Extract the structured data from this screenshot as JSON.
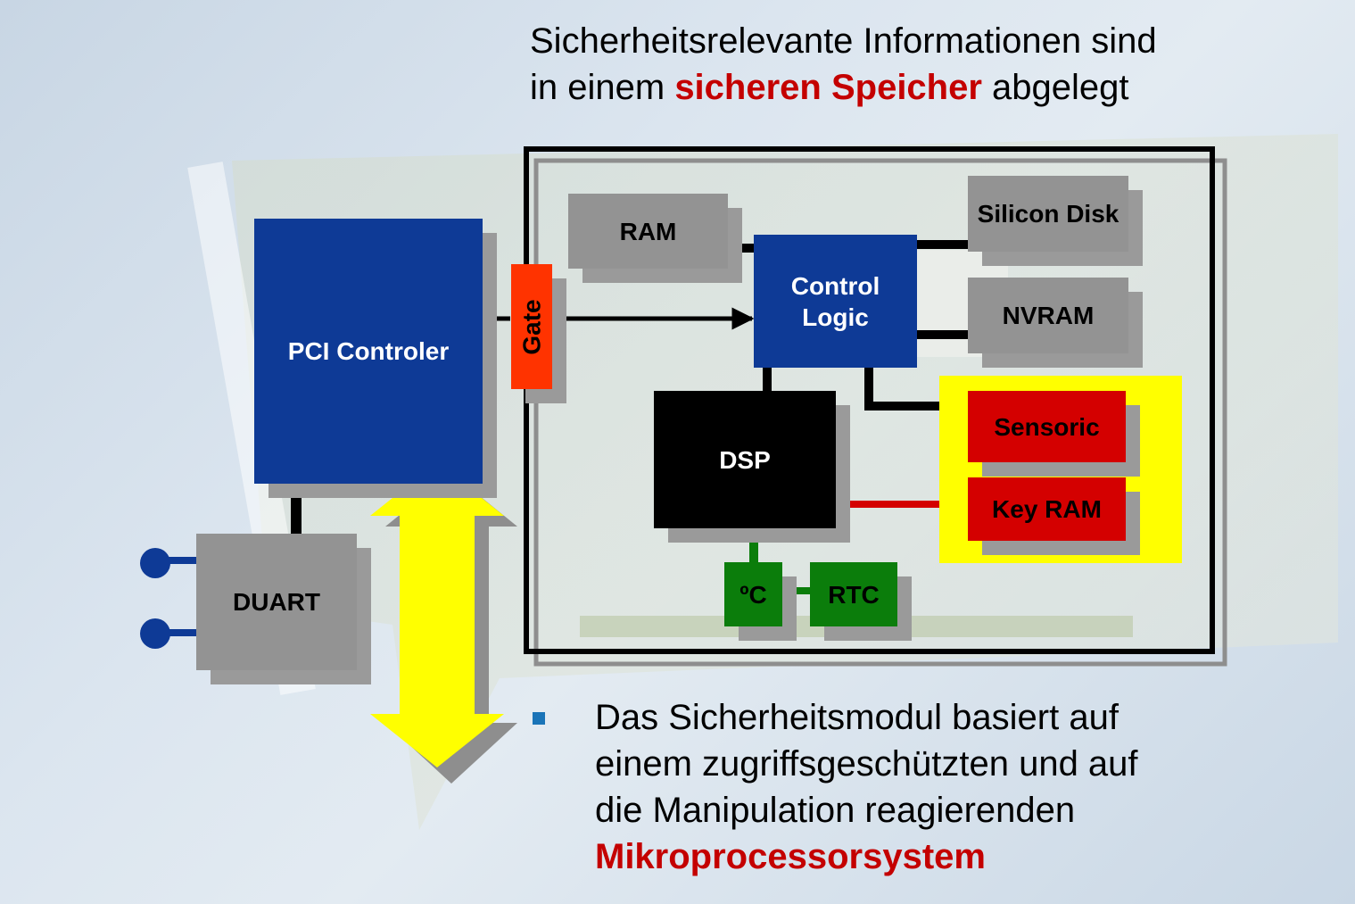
{
  "heading": {
    "line1": "Sicherheitsrelevante Informationen sind",
    "line2_prefix": "in einem ",
    "line2_highlight": "sicheren Speicher",
    "line2_suffix": " abgelegt"
  },
  "blocks": {
    "pci": "PCI Controler",
    "duart": "DUART",
    "gate": "Gate",
    "ram": "RAM",
    "control_line1": "Control",
    "control_line2": "Logic",
    "silicon_disk": "Silicon Disk",
    "nvram": "NVRAM",
    "dsp": "DSP",
    "sensoric": "Sensoric",
    "key_ram": "Key RAM",
    "temp": "ºC",
    "rtc": "RTC"
  },
  "bullet": {
    "line1": "Das Sicherheitsmodul basiert auf",
    "line2": "einem zugriffsgeschützten und auf",
    "line3": "die Manipulation reagierenden",
    "line4": "Mikroprocessorsystem"
  },
  "colors": {
    "highlight": "#c40000",
    "block_gray": "#939393",
    "block_blue": "#0e3a96",
    "block_red": "#d40000",
    "block_green": "#0b7d0b",
    "gate": "#ff3300",
    "secure_zone": "#ffff00",
    "arrow": "#ffff00",
    "bullet": "#1a74b8"
  }
}
